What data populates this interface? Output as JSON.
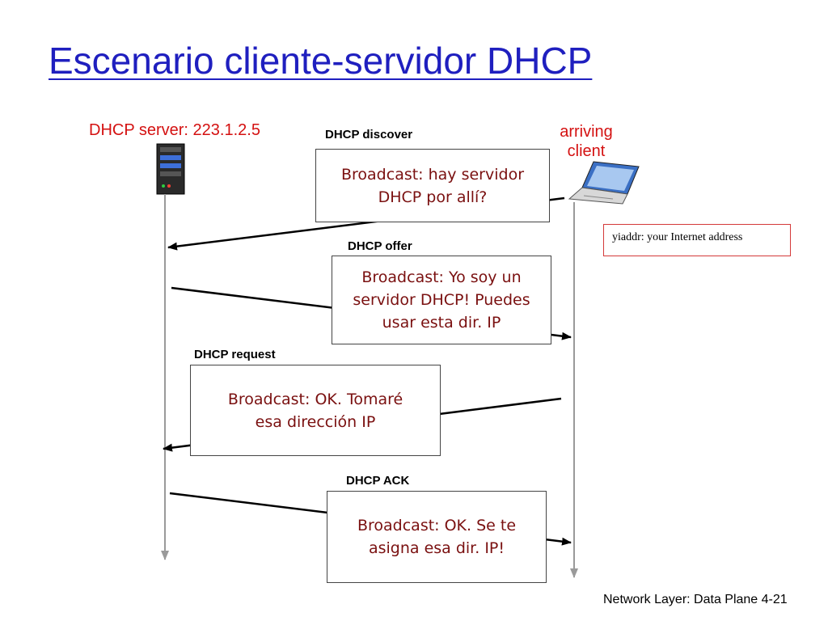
{
  "slide": {
    "title": "Escenario cliente-servidor DHCP",
    "server_label": "DHCP server: 223.1.2.5",
    "client_label": "arriving client",
    "footer": "Network Layer: Data Plane  4-21",
    "note": "yiaddr: your Internet address"
  },
  "messages": [
    {
      "name": "DHCP discover",
      "text": "Broadcast: hay servidor DHCP por allí?"
    },
    {
      "name": "DHCP offer",
      "text": "Broadcast: Yo soy un servidor DHCP! Puedes usar esta dir. IP"
    },
    {
      "name": "DHCP request",
      "text": "Broadcast: OK.  Tomaré esa dirección IP"
    },
    {
      "name": "DHCP ACK",
      "text": "Broadcast: OK.  Se te asigna esa dir. IP!"
    }
  ],
  "colors": {
    "title": "#1f1fbf",
    "label_red": "#d41111",
    "box_text": "#7a1010",
    "note_border": "#d43a3a"
  },
  "icons": {
    "server": "server-tower-icon",
    "client": "laptop-icon"
  }
}
